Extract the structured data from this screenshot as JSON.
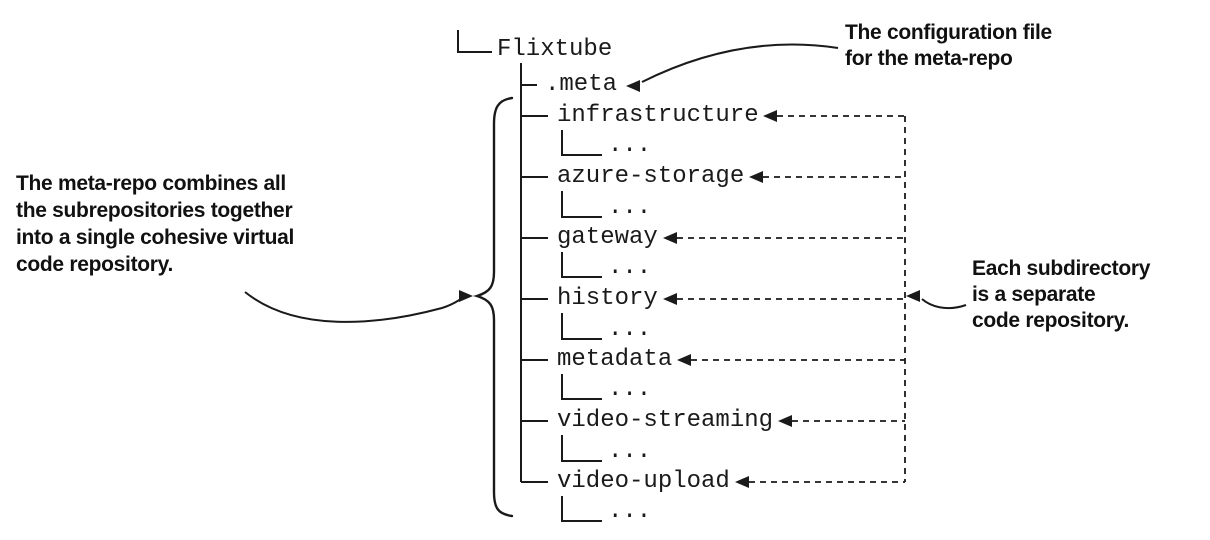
{
  "tree": {
    "root_label": "Flixtube",
    "meta_label": ".meta",
    "ellipsis": "...",
    "directories": [
      "infrastructure",
      "azure-storage",
      "gateway",
      "history",
      "metadata",
      "video-streaming",
      "video-upload"
    ]
  },
  "annotations": {
    "config": {
      "lines": [
        "The configuration file",
        "for the meta-repo"
      ]
    },
    "meta_repo": {
      "lines": [
        "The meta-repo combines all",
        "the subrepositories together",
        "into a single cohesive virtual",
        "code repository."
      ]
    },
    "subdirectory": {
      "lines": [
        "Each subdirectory",
        "is a separate",
        "code repository."
      ]
    }
  },
  "colors": {
    "ink": "#1a1a1a",
    "background": "#ffffff"
  }
}
